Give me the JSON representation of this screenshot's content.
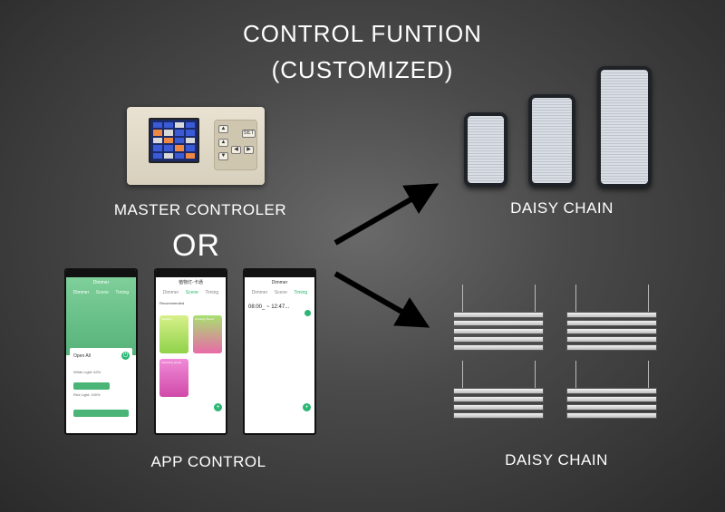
{
  "title": {
    "line1": "CONTROL FUNTION",
    "line2": "(CUSTOMIZED)"
  },
  "labels": {
    "master": "MASTER CONTROLER",
    "or": "OR",
    "app": "APP CONTROL",
    "daisy_top": "DAISY CHAIN",
    "daisy_bottom": "DAISY CHAIN"
  },
  "controller": {
    "button_set": "SET"
  },
  "phones": [
    {
      "header": "Dimmer",
      "tabs": [
        "Dimmer",
        "Scene",
        "Timing"
      ],
      "switch_label": "Open All",
      "white_label": "White Light: 62%",
      "red_label": "Red Light: 100%"
    },
    {
      "header": "植物灯-卡通",
      "tabs": [
        "Dimmer",
        "Scene",
        "Timing"
      ],
      "section": "Recommended",
      "tiles": [
        "Seedling",
        "Growing Period",
        "Flowering period"
      ]
    },
    {
      "header": "Dimmer",
      "tabs": [
        "Dimmer",
        "Scene",
        "Timing"
      ],
      "timer": "08:00_ ~ 12:47..."
    }
  ],
  "colors": {
    "app_green": "#2bb673",
    "arrow": "#000000"
  }
}
